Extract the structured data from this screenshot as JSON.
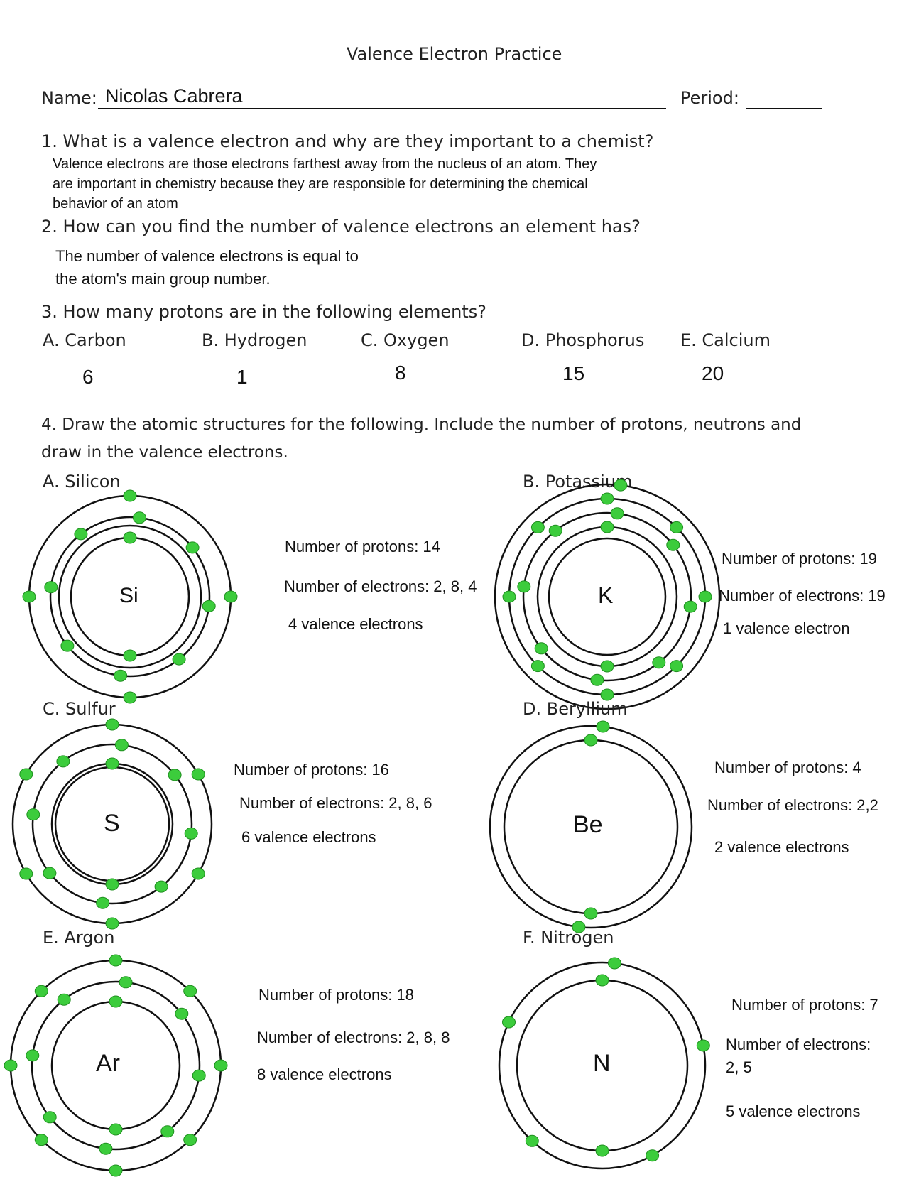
{
  "title": "Valence Electron Practice",
  "name_label": "Name:",
  "name_value": "Nicolas Cabrera",
  "period_label": "Period:",
  "q1": {
    "question": "1. What is a valence electron and why are they important to a chemist?",
    "answer_lines": [
      "Valence electrons are those electrons farthest away from the nucleus of an atom. They",
      "are important in chemistry because they are responsible for determining the chemical",
      "behavior of an atom"
    ]
  },
  "q2": {
    "question": "2. How can you find the number of valence electrons an element has?",
    "answer_lines": [
      "The number of valence electrons is equal to",
      "the atom's main group number."
    ]
  },
  "q3": {
    "question": "3. How many protons are in the following elements?",
    "items": [
      {
        "label": "A. Carbon",
        "answer": "6"
      },
      {
        "label": "B. Hydrogen",
        "answer": "1"
      },
      {
        "label": "C. Oxygen",
        "answer": "8"
      },
      {
        "label": "D. Phosphorus",
        "answer": "15"
      },
      {
        "label": "E. Calcium",
        "answer": "20"
      }
    ]
  },
  "q4": {
    "question_line1": "4. Draw the atomic structures for the following. Include the number of protons, neutrons and",
    "question_line2": "draw in the valence electrons.",
    "atoms": [
      {
        "label": "A. Silicon",
        "symbol": "Si",
        "shells": [
          2,
          8,
          4
        ],
        "protons": "Number of protons: 14",
        "electrons": "Number of electrons: 2, 8, 4",
        "valence": "4 valence electrons"
      },
      {
        "label": "B. Potassium",
        "symbol": "K",
        "shells": [
          2,
          8,
          8,
          1
        ],
        "protons": "Number of protons: 19",
        "electrons": "Number of electrons: 19",
        "valence": "1 valence electron"
      },
      {
        "label": "C. Sulfur",
        "symbol": "S",
        "shells": [
          2,
          8,
          6
        ],
        "protons": "Number of protons: 16",
        "electrons": "Number of electrons: 2, 8, 6",
        "valence": "6 valence electrons"
      },
      {
        "label": "D. Beryllium",
        "symbol": "Be",
        "shells": [
          2,
          2
        ],
        "protons": "Number of protons: 4",
        "electrons": "Number of electrons: 2,2",
        "valence": "2 valence electrons"
      },
      {
        "label": "E. Argon",
        "symbol": "Ar",
        "shells": [
          2,
          8,
          8
        ],
        "protons": "Number of protons: 18",
        "electrons": "Number of electrons: 2, 8, 8",
        "valence": "8 valence electrons"
      },
      {
        "label": "F. Nitrogen",
        "symbol": "N",
        "shells": [
          2,
          5
        ],
        "protons": "Number of protons: 7",
        "electrons_line1": "Number of electrons:",
        "electrons_line2": "2, 5",
        "valence": "5 valence electrons"
      }
    ]
  },
  "colors": {
    "electron": "#3ccc3c",
    "electron_stroke": "#1f8f1f"
  }
}
